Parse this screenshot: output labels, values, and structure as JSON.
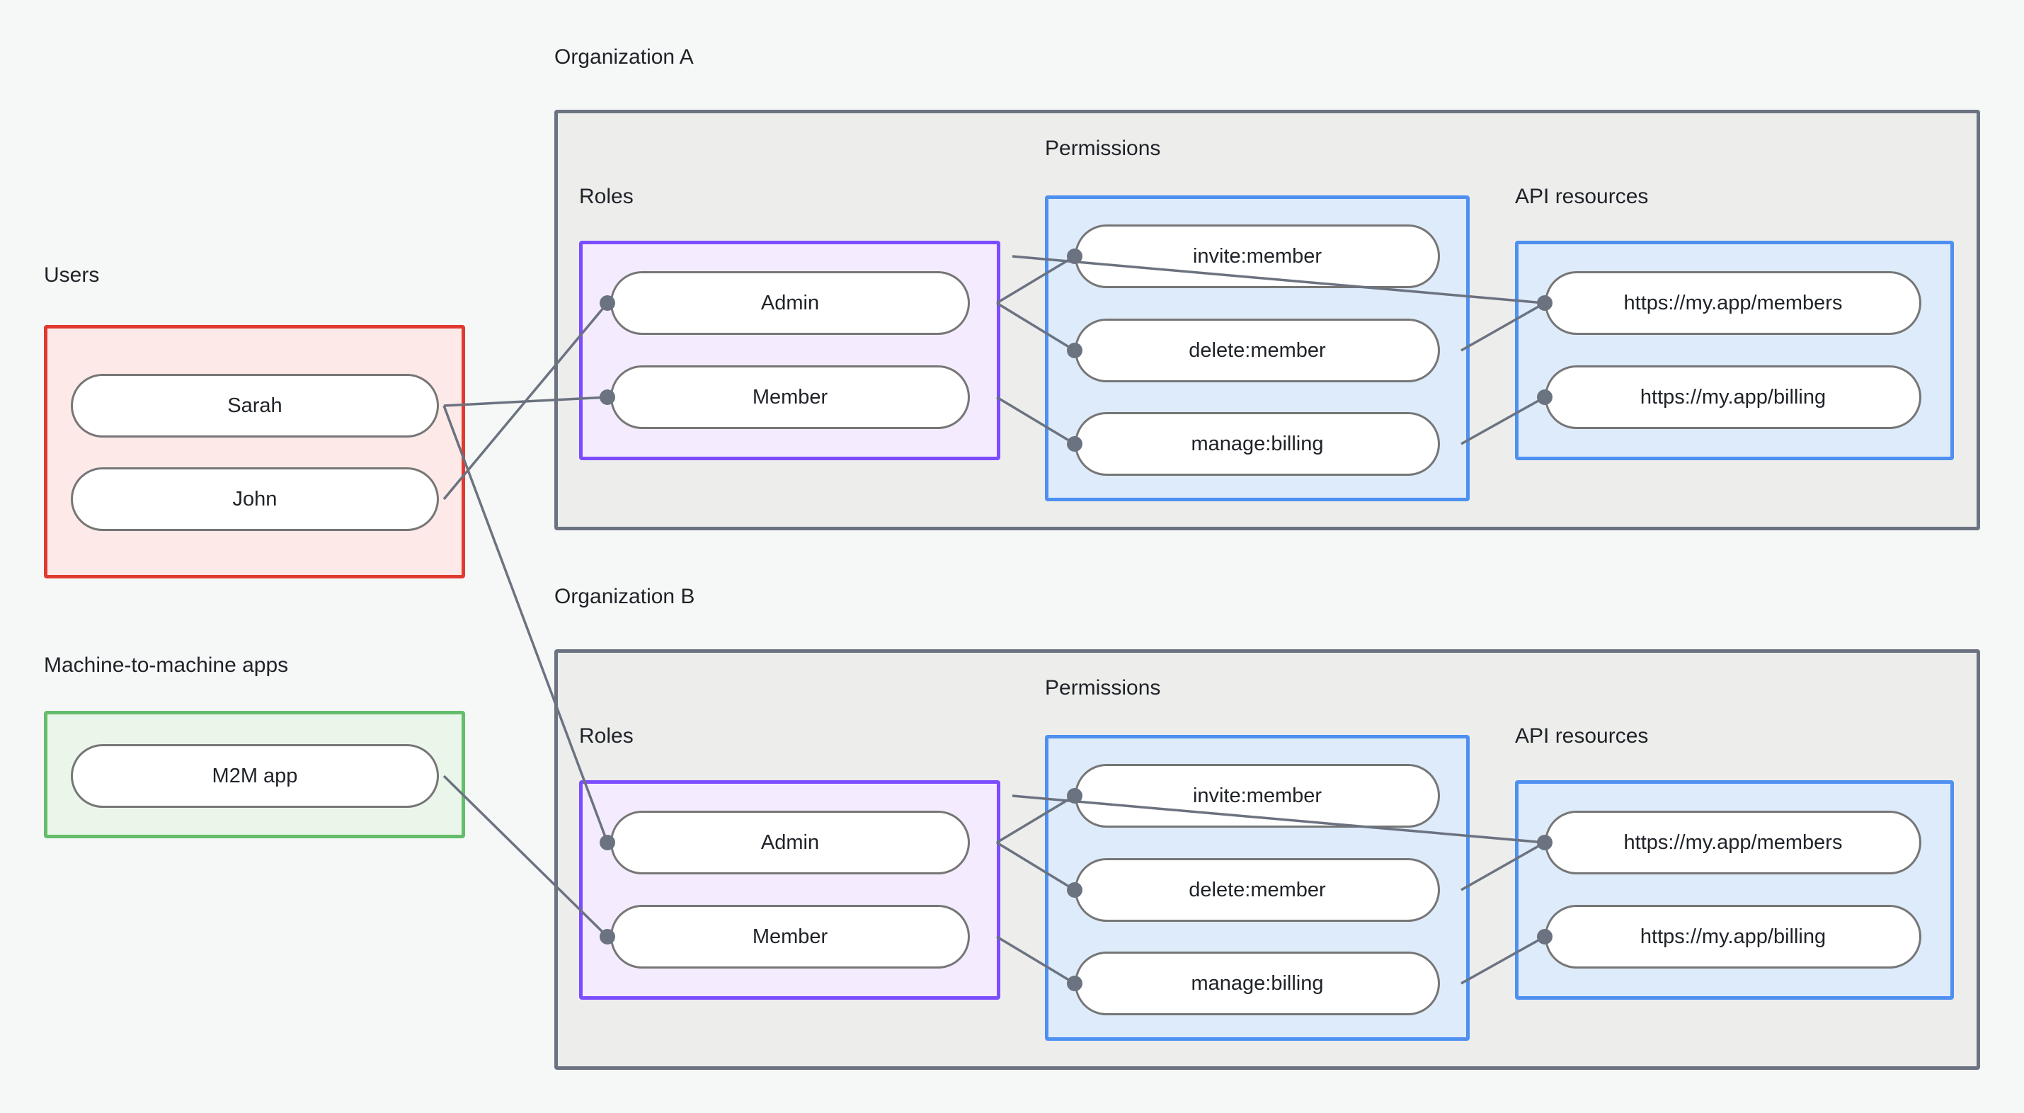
{
  "diagram": {
    "title_visible": false,
    "background_color": "#f6f8f7",
    "groups": {
      "users_label": "Users",
      "m2m_label": "Machine-to-machine apps",
      "org_a_label": "Organization A",
      "org_b_label": "Organization B",
      "roles_label": "Roles",
      "permissions_label": "Permissions",
      "api_resources_label": "API resources"
    },
    "colors": {
      "users_border": "#e03a30",
      "users_fill": "#fdeae8",
      "m2m_border": "#64bd6a",
      "m2m_fill": "#eaf6ea",
      "roles_border": "#7c4dff",
      "roles_fill": "#f4ecfe",
      "permissions_border": "#4d90f0",
      "permissions_fill": "#deebfb",
      "api_border": "#4d90f0",
      "api_fill": "#deebfb",
      "org_border": "#6b7280",
      "org_fill": "#ededec",
      "node_border": "#767676",
      "node_fill": "#ffffff",
      "edge": "#6b7280"
    },
    "users": [
      "Sarah",
      "John"
    ],
    "m2m_apps": [
      "M2M app"
    ],
    "org_a": {
      "label": "Organization A",
      "roles": [
        "Admin",
        "Member"
      ],
      "permissions": [
        "invite:member",
        "delete:member",
        "manage:billing"
      ],
      "api_resources": [
        "https://my.app/members",
        "https://my.app/billing"
      ]
    },
    "org_b": {
      "label": "Organization B",
      "roles": [
        "Admin",
        "Member"
      ],
      "permissions": [
        "invite:member",
        "delete:member",
        "manage:billing"
      ],
      "api_resources": [
        "https://my.app/members",
        "https://my.app/billing"
      ]
    },
    "connections": [
      {
        "from": "John",
        "to": "Organization A / Admin"
      },
      {
        "from": "Sarah",
        "to": "Organization A / Member"
      },
      {
        "from": "Sarah",
        "to": "Organization B / Admin"
      },
      {
        "from": "M2M app",
        "to": "Organization B / Member"
      },
      {
        "from": "Organization A / Admin",
        "to": "Organization A / invite:member"
      },
      {
        "from": "Organization A / Admin",
        "to": "Organization A / delete:member"
      },
      {
        "from": "Organization A / Member",
        "to": "Organization A / manage:billing"
      },
      {
        "from": "Organization A / invite:member",
        "to": "Organization A / https://my.app/members"
      },
      {
        "from": "Organization A / delete:member",
        "to": "Organization A / https://my.app/members"
      },
      {
        "from": "Organization A / manage:billing",
        "to": "Organization A / https://my.app/billing"
      },
      {
        "from": "Organization B / Admin",
        "to": "Organization B / invite:member"
      },
      {
        "from": "Organization B / Admin",
        "to": "Organization B / delete:member"
      },
      {
        "from": "Organization B / Member",
        "to": "Organization B / manage:billing"
      },
      {
        "from": "Organization B / invite:member",
        "to": "Organization B / https://my.app/members"
      },
      {
        "from": "Organization B / delete:member",
        "to": "Organization B / https://my.app/members"
      },
      {
        "from": "Organization B / manage:billing",
        "to": "Organization B / https://my.app/billing"
      }
    ]
  }
}
